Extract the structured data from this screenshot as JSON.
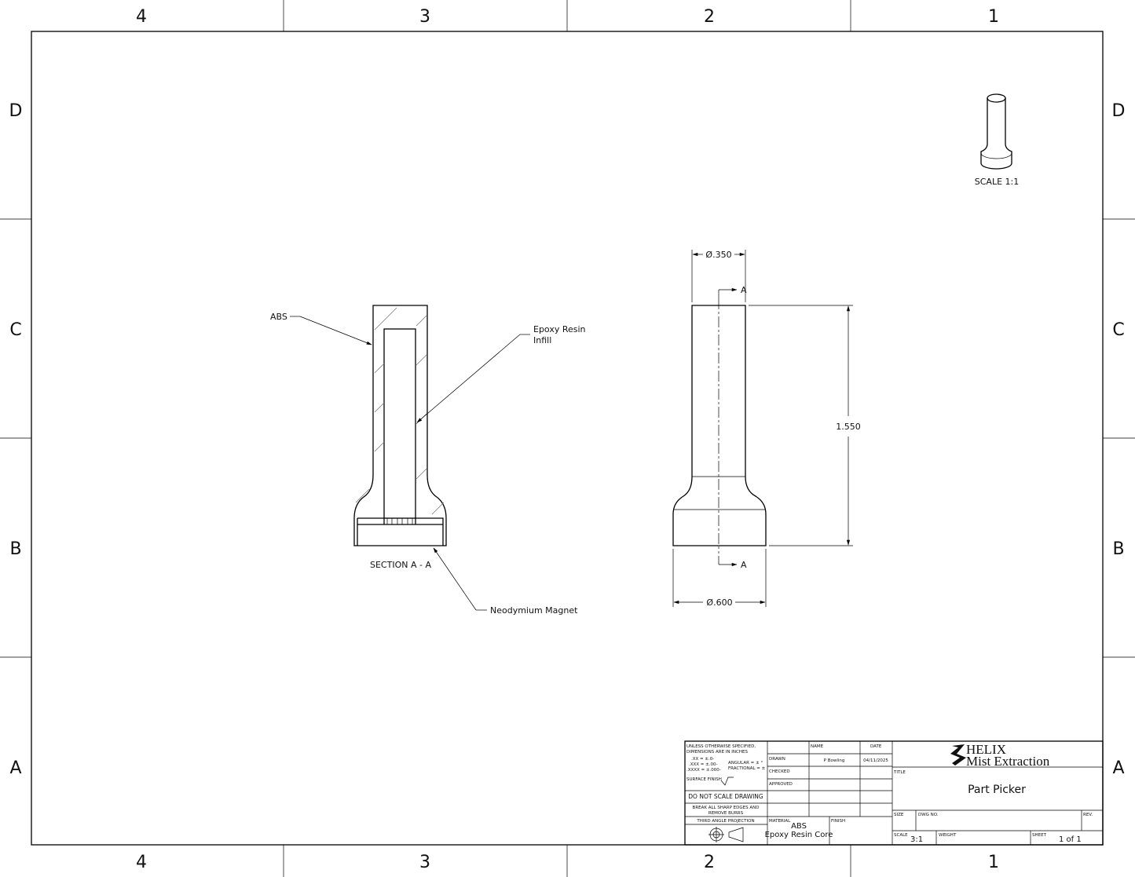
{
  "zones": {
    "columns": [
      "4",
      "3",
      "2",
      "1"
    ],
    "rows": [
      "D",
      "C",
      "B",
      "A"
    ]
  },
  "iso_view": {
    "scale_label": "SCALE 1:1"
  },
  "section_view": {
    "title": "SECTION A - A",
    "callouts": {
      "abs": "ABS",
      "epoxy_line1": "Epoxy Resin",
      "epoxy_line2": "Infill",
      "magnet": "Neodymium Magnet"
    }
  },
  "front_view": {
    "dim_top_dia": "Ø.350",
    "dim_height": "1.550",
    "dim_base_dia": "Ø.600",
    "section_marker": "A"
  },
  "title_block": {
    "tolerance_line1": "UNLESS OTHERWISE SPECIFIED,",
    "tolerance_line2": "DIMENSIONS ARE IN INCHES",
    "tol_xx": ".XX = ±.0-",
    "tol_xxx": ".XXX = ±.00-",
    "tol_xxxx": ".XXXX = ±.000-",
    "tol_angular": "ANGULAR = ± °",
    "tol_fractional": "FRACTIONAL = ±",
    "surface_finish": "SURFACE FINISH",
    "do_not_scale": "DO NOT SCALE DRAWING",
    "break_edges_1": "BREAK ALL SHARP EDGES AND",
    "break_edges_2": "REMOVE BURRS",
    "projection": "THIRD ANGLE PROJECTION",
    "name_header": "NAME",
    "date_header": "DATE",
    "drawn_label": "DRAWN",
    "drawn_name": "P Bowling",
    "drawn_date": "04/11/2025",
    "checked_label": "CHECKED",
    "approved_label": "APPROVED",
    "material_label": "MATERIAL",
    "material_1": "ABS",
    "material_2": "Epoxy Resin Core",
    "finish_label": "FINISH",
    "logo_line1": "HELIX",
    "logo_line2": "Mist Extraction",
    "title_label": "TITLE",
    "title": "Part Picker",
    "size_label": "SIZE",
    "dwg_no_label": "DWG NO.",
    "rev_label": "REV.",
    "scale_label": "SCALE",
    "scale": "3:1",
    "weight_label": "WEIGHT",
    "sheet_label": "SHEET",
    "sheet": "1 of 1"
  }
}
